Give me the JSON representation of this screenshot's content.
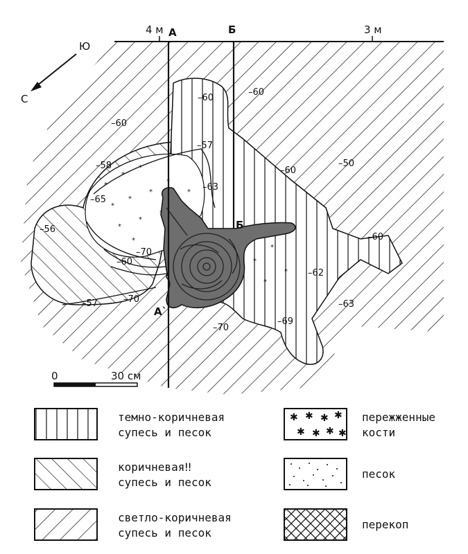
{
  "grid": {
    "marker_left": "4 м",
    "marker_right": "3 м",
    "section_a": "А",
    "section_b": "Б",
    "section_a_end": "А`",
    "section_b_end": "Б"
  },
  "compass": {
    "north_label": "Ю",
    "south_label": "С"
  },
  "elevations": [
    "–60",
    "–60",
    "–60",
    "–57",
    "–58",
    "–63",
    "–65",
    "–56",
    "–70",
    "–60",
    "–57",
    "–70",
    "–60",
    "–50",
    "–60",
    "–62",
    "–63",
    "–69",
    "–70"
  ],
  "scale": {
    "zero": "0",
    "length": "30 см"
  },
  "legend": [
    {
      "pattern": "vertical-hatch",
      "line1": "темно-коричневая",
      "line2": "супесь и песок"
    },
    {
      "pattern": "diagonal-hatch",
      "line1": "коричневая‼",
      "line2": "супесь и песок"
    },
    {
      "pattern": "backslash-hatch",
      "line1": "светло-коричневая",
      "line2": "супесь и песок"
    },
    {
      "pattern": "stars",
      "line1": "пережженные",
      "line2": "кости"
    },
    {
      "pattern": "dots",
      "line1": "песок",
      "line2": ""
    },
    {
      "pattern": "crosshatch",
      "line1": "перекоп",
      "line2": ""
    }
  ],
  "colors": {
    "ink": "#111111",
    "pit_fill": "#6e6e6e",
    "paper": "#ffffff"
  }
}
